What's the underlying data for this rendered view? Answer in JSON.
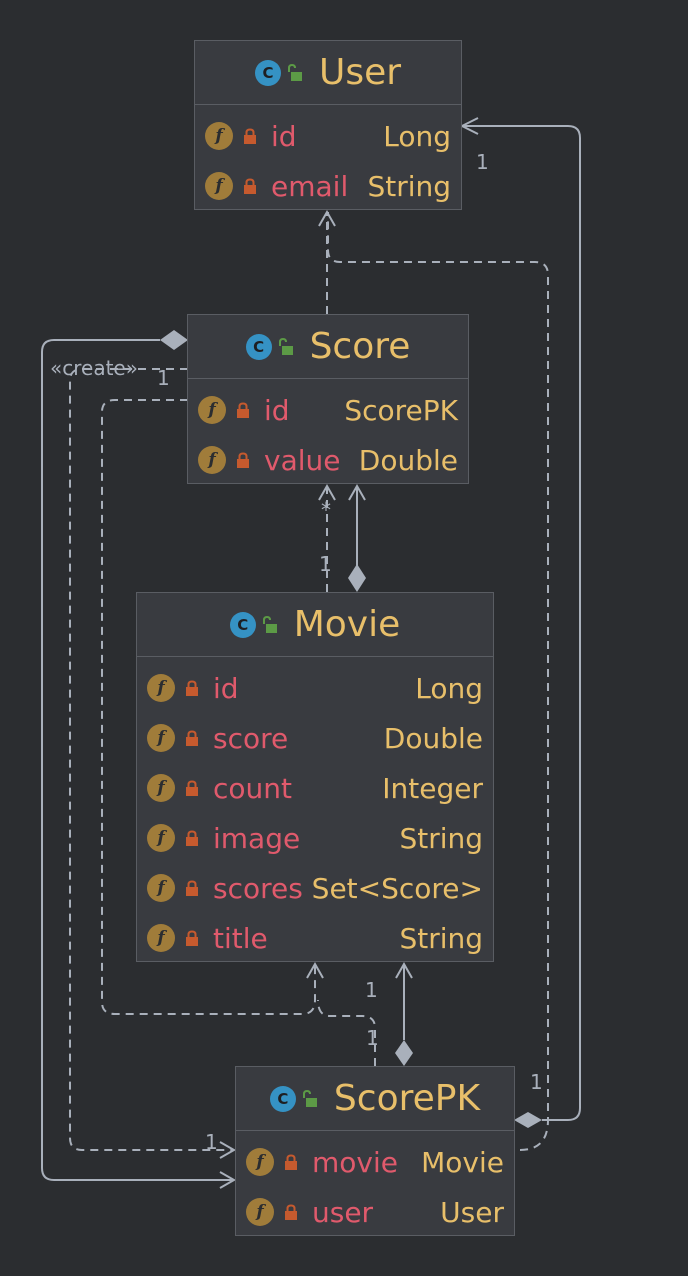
{
  "classes": {
    "user": {
      "name": "User",
      "fields": [
        {
          "name": "id",
          "type": "Long"
        },
        {
          "name": "email",
          "type": "String"
        }
      ]
    },
    "score": {
      "name": "Score",
      "fields": [
        {
          "name": "id",
          "type": "ScorePK"
        },
        {
          "name": "value",
          "type": "Double"
        }
      ]
    },
    "movie": {
      "name": "Movie",
      "fields": [
        {
          "name": "id",
          "type": "Long"
        },
        {
          "name": "score",
          "type": "Double"
        },
        {
          "name": "count",
          "type": "Integer"
        },
        {
          "name": "image",
          "type": "String"
        },
        {
          "name": "scores",
          "type": "Set<Score>"
        },
        {
          "name": "title",
          "type": "String"
        }
      ]
    },
    "scorepk": {
      "name": "ScorePK",
      "fields": [
        {
          "name": "movie",
          "type": "Movie"
        },
        {
          "name": "user",
          "type": "User"
        }
      ]
    }
  },
  "labels": {
    "user_1": "1",
    "create": "«create»",
    "score_1": "1",
    "star": "*",
    "movie_1_top": "1",
    "movie_1_bottom": "1",
    "scorepk_1_top": "1",
    "scorepk_1_right": "1",
    "scorepk_1_left": "1"
  },
  "icons": {
    "class_icon": "C",
    "field_icon": "f"
  },
  "colors": {
    "background": "#2b2d30",
    "class_name": "#e8bf6a",
    "field_name": "#e05a6c",
    "field_type": "#e8bf6a",
    "line": "#a9b0bb"
  }
}
